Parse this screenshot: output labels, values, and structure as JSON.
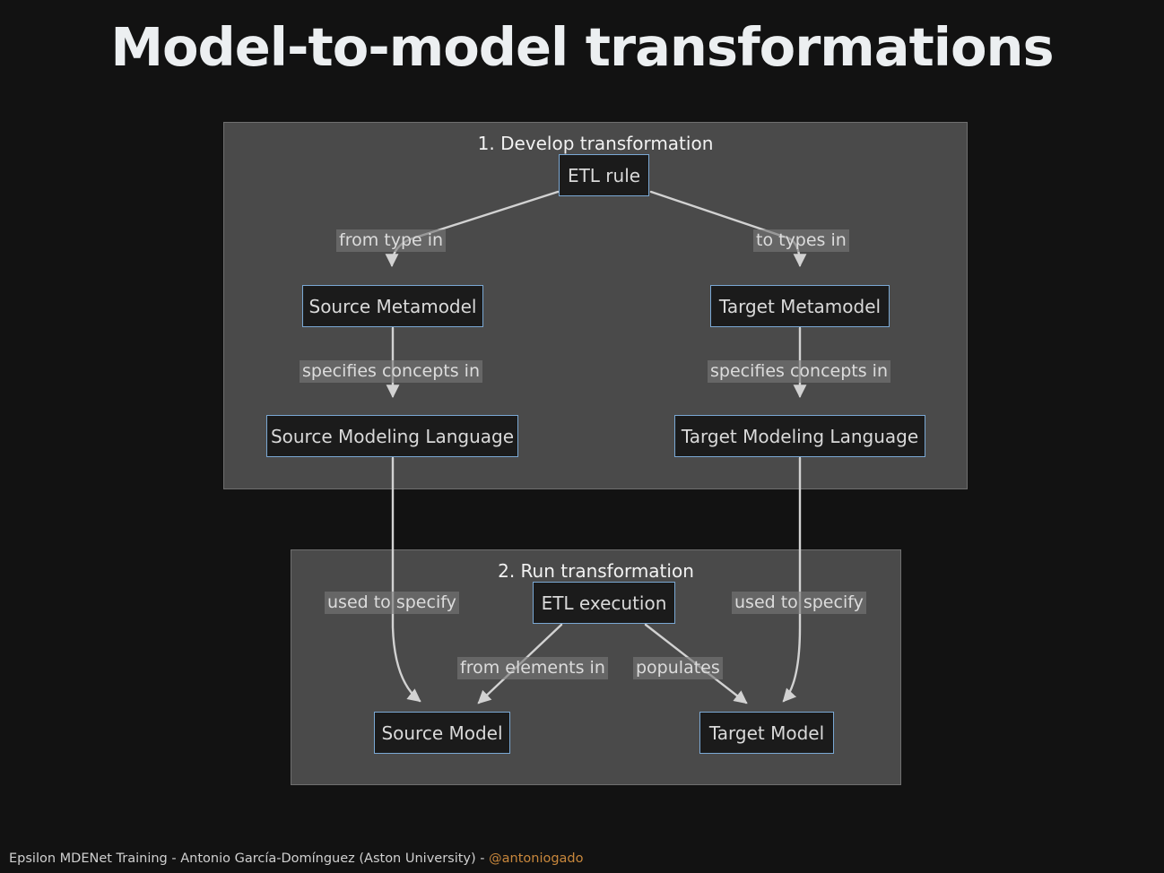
{
  "slide": {
    "title": "Model-to-model transformations",
    "background_color": "#121212"
  },
  "colors": {
    "node_border": "#7aa8d4",
    "node_fill": "#1b1b1b",
    "group_fill": "#4a4a4a",
    "group_border": "#6f6f6f",
    "edge_stroke": "#d2d2d2",
    "label_bg": "#787878",
    "text": "#d9d9d9",
    "footer_handle": "#c8873c"
  },
  "groups": [
    {
      "id": "develop",
      "title": "1. Develop transformation"
    },
    {
      "id": "run",
      "title": "2. Run transformation"
    }
  ],
  "nodes": [
    {
      "id": "etl-rule",
      "label": "ETL rule"
    },
    {
      "id": "source-metamodel",
      "label": "Source Metamodel"
    },
    {
      "id": "target-metamodel",
      "label": "Target Metamodel"
    },
    {
      "id": "source-lang",
      "label": "Source Modeling Language"
    },
    {
      "id": "target-lang",
      "label": "Target Modeling Language"
    },
    {
      "id": "etl-execution",
      "label": "ETL execution"
    },
    {
      "id": "source-model",
      "label": "Source Model"
    },
    {
      "id": "target-model",
      "label": "Target Model"
    }
  ],
  "edges": [
    {
      "id": "e1",
      "from": "etl-rule",
      "to": "source-metamodel",
      "label": "from type in"
    },
    {
      "id": "e2",
      "from": "etl-rule",
      "to": "target-metamodel",
      "label": "to types in"
    },
    {
      "id": "e3",
      "from": "source-metamodel",
      "to": "source-lang",
      "label": "specifies concepts in"
    },
    {
      "id": "e4",
      "from": "target-metamodel",
      "to": "target-lang",
      "label": "specifies concepts in"
    },
    {
      "id": "e5",
      "from": "source-lang",
      "to": "source-model",
      "label": "used to specify"
    },
    {
      "id": "e6",
      "from": "target-lang",
      "to": "target-model",
      "label": "used to specify"
    },
    {
      "id": "e7",
      "from": "etl-execution",
      "to": "source-model",
      "label": "from elements in"
    },
    {
      "id": "e8",
      "from": "etl-execution",
      "to": "target-model",
      "label": "populates"
    }
  ],
  "footer": {
    "text": "Epsilon MDENet Training - Antonio García-Domínguez (Aston University) - ",
    "handle": "@antoniogado"
  }
}
